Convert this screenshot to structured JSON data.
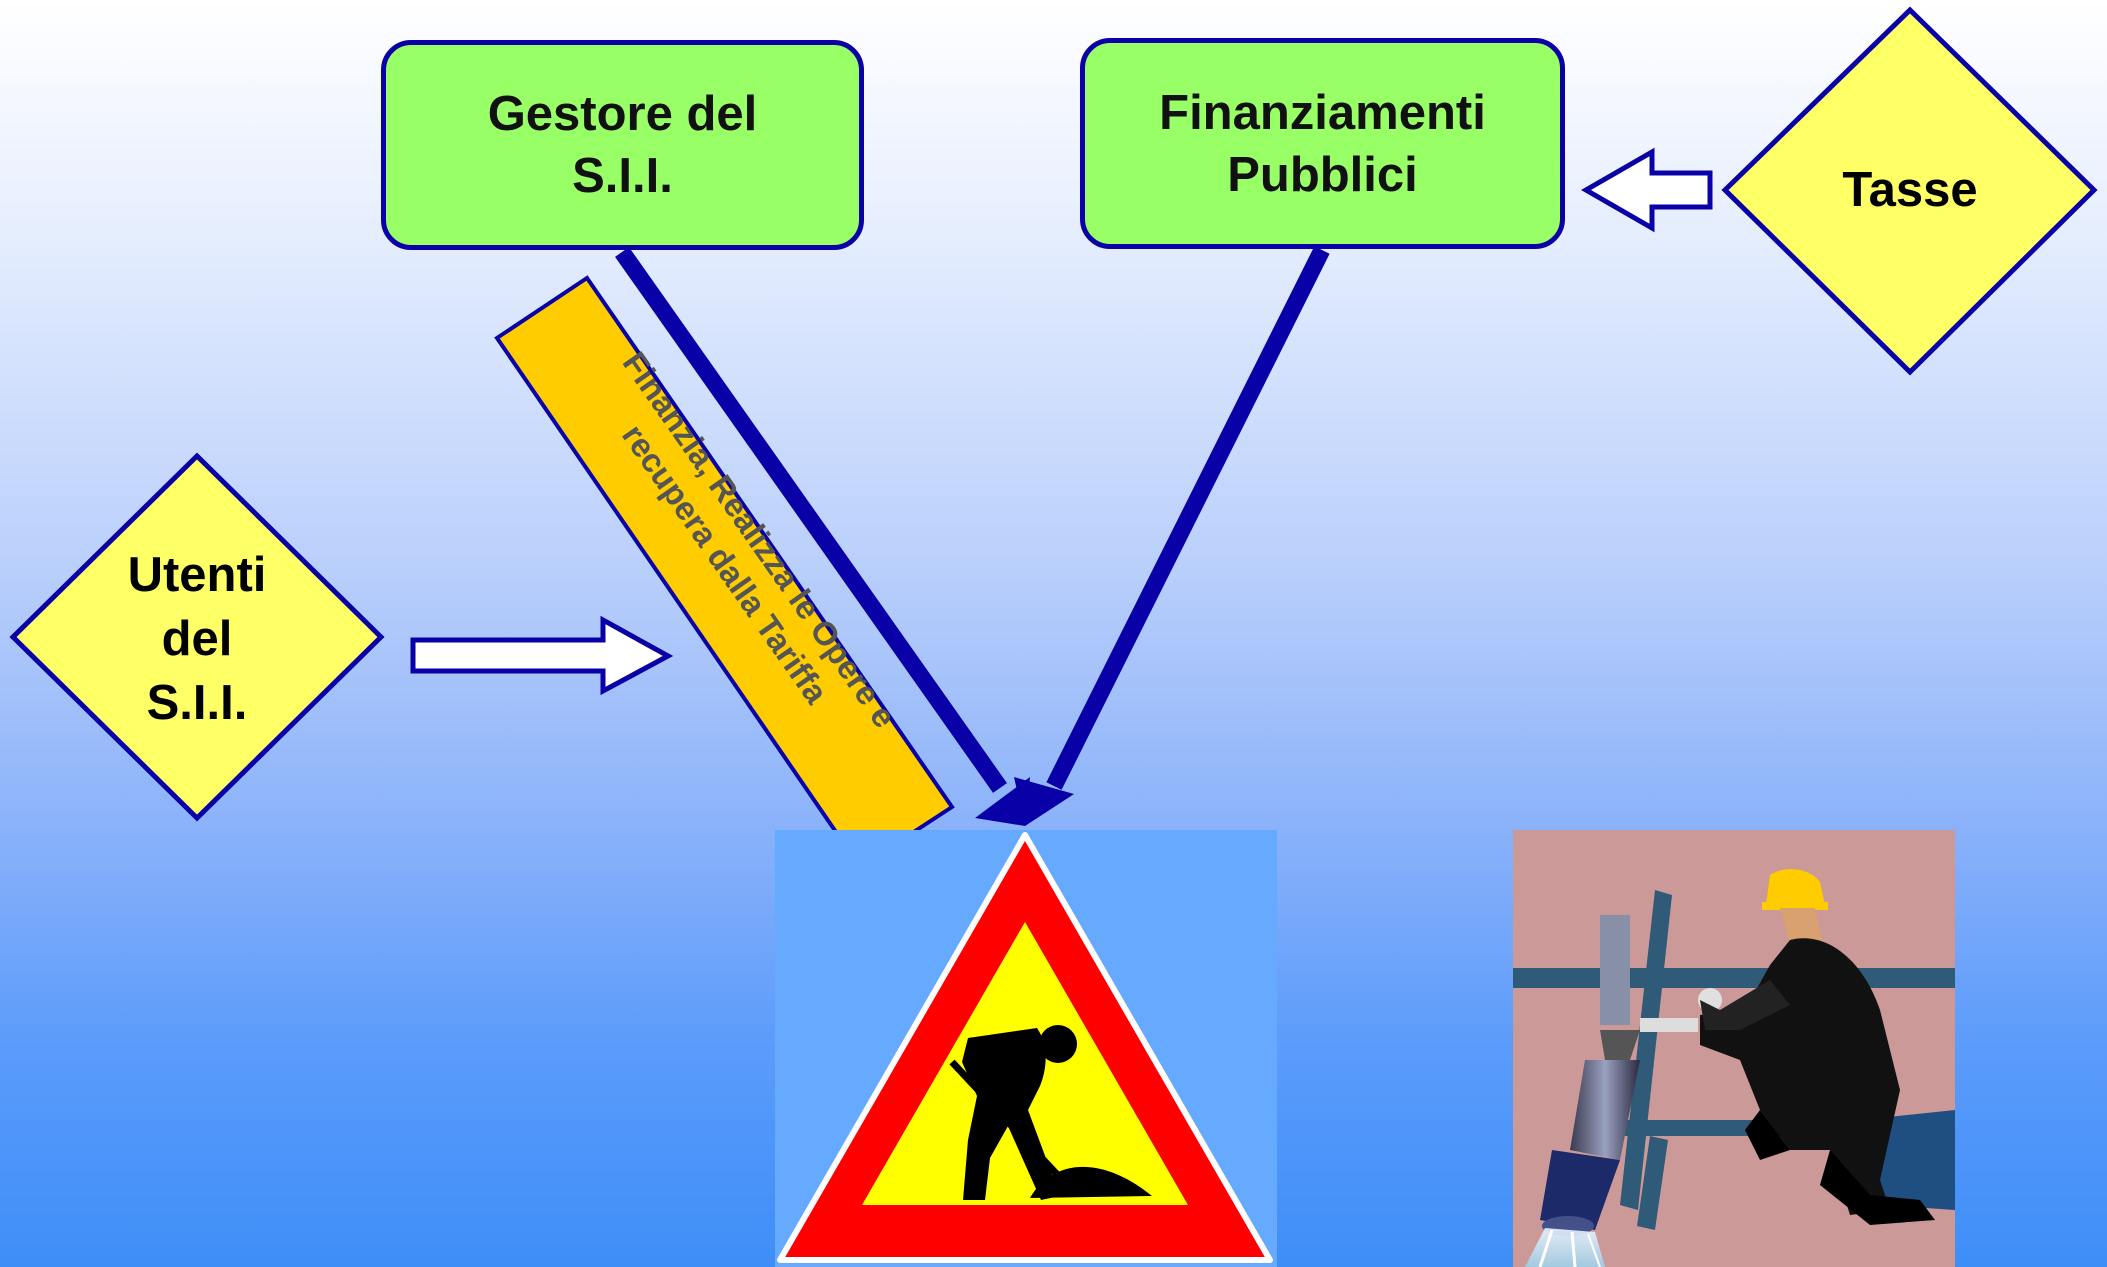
{
  "nodes": {
    "gestore": "Gestore del S.I.I.",
    "finanziamenti": "Finanziamenti Pubblici",
    "tasse": "Tasse",
    "utenti": "Utenti del S.I.I."
  },
  "banner": {
    "line1": "Finanzia, Realizza le Opere e",
    "line2": "recupera dalla Tariffa"
  },
  "icons": {
    "roadwork_sign": "roadwork-sign-icon",
    "worker_pipe": "worker-pipe-icon"
  },
  "colors": {
    "box_fill": "#99ff66",
    "diamond_fill": "#ffff66",
    "border_blue": "#0a00a8",
    "banner_fill": "#ffcc00",
    "sign_red": "#ff0000",
    "sign_yellow": "#ffff00"
  }
}
